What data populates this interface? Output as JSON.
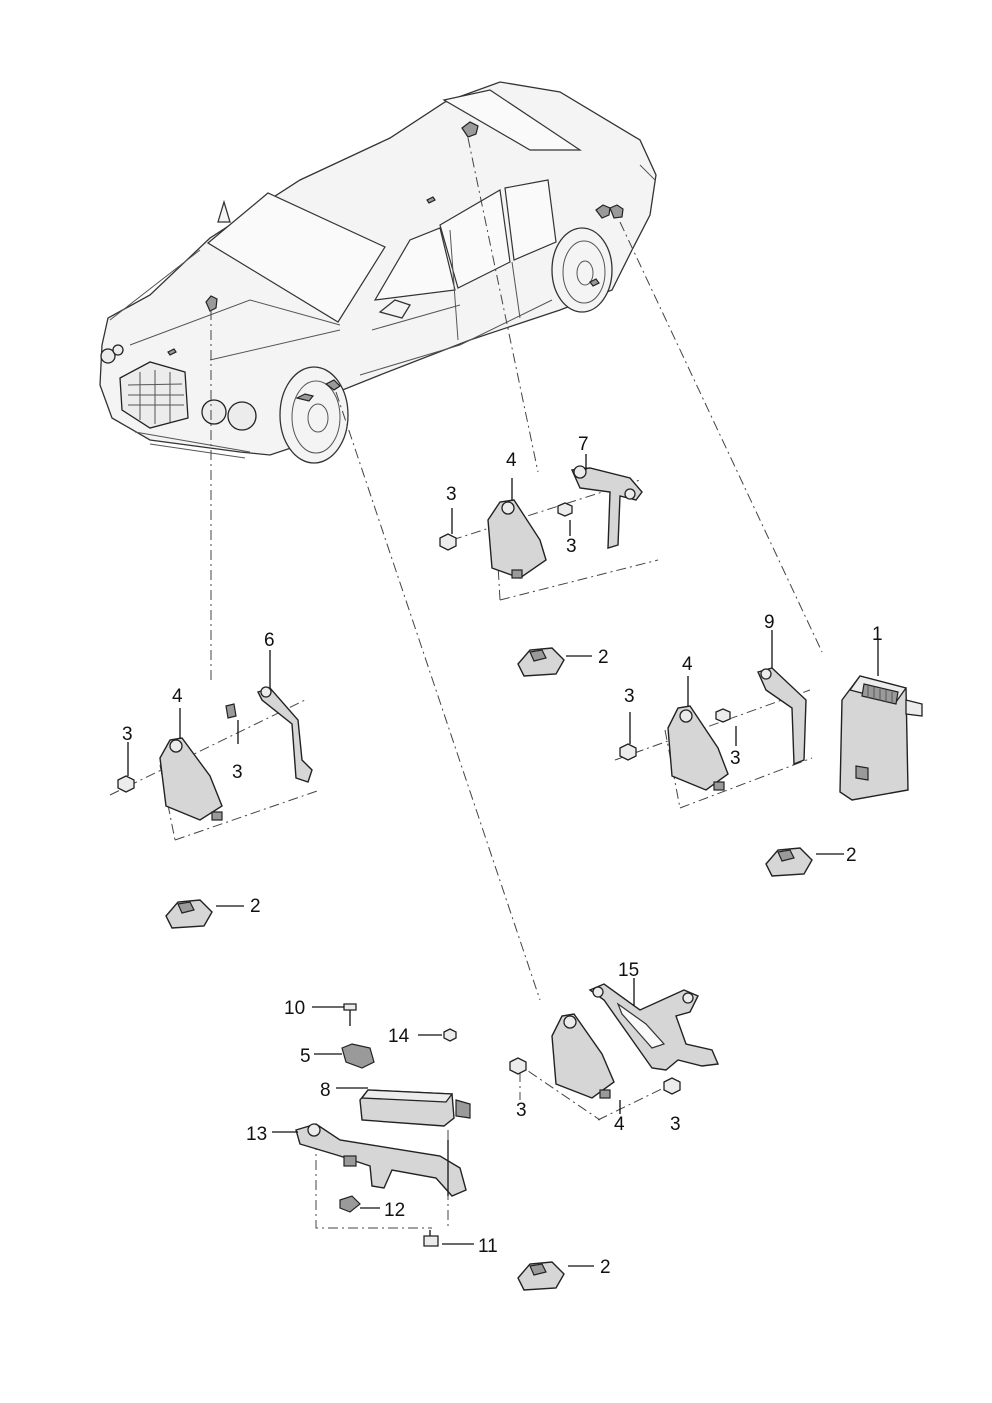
{
  "callouts": {
    "c1": "1",
    "c2a": "2",
    "c2b": "2",
    "c2c": "2",
    "c2d": "2",
    "c3a": "3",
    "c3b": "3",
    "c3c": "3",
    "c3d": "3",
    "c3e": "3",
    "c3f": "3",
    "c3g": "3",
    "c3h": "3",
    "c4a": "4",
    "c4b": "4",
    "c4c": "4",
    "c4d": "4",
    "c5": "5",
    "c6": "6",
    "c7": "7",
    "c8": "8",
    "c9": "9",
    "c10": "10",
    "c11": "11",
    "c12": "12",
    "c13": "13",
    "c14": "14",
    "c15": "15"
  },
  "icons": {
    "vehicle": "car-illustration-icon",
    "control_unit": "control-unit-icon",
    "sensor": "sensor-icon",
    "bracket": "bracket-icon",
    "nut": "nut-icon",
    "bolt": "bolt-icon",
    "antenna": "antenna-icon"
  }
}
